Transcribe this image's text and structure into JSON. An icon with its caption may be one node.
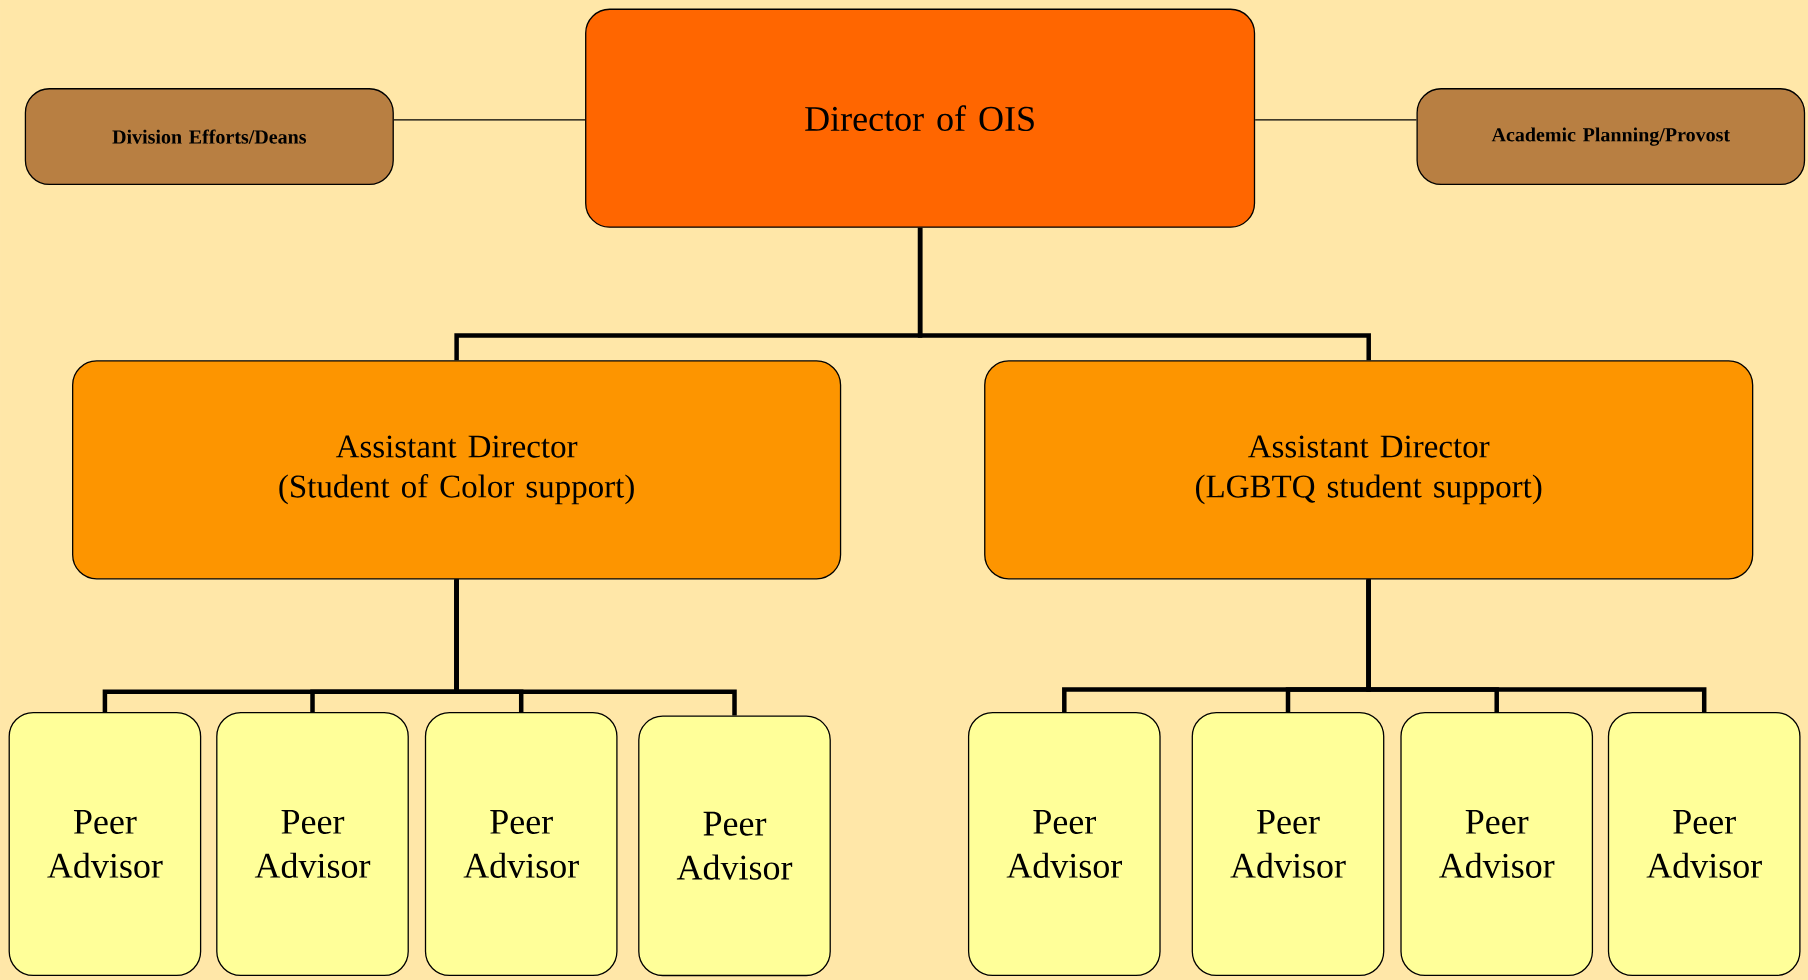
{
  "diagram": {
    "nodes": [
      {
        "text": [
          "Division Efforts/Deans"
        ]
      },
      {
        "text": [
          "Director of OIS"
        ]
      },
      {
        "text": [
          "Academic Planning/Provost"
        ]
      },
      {
        "text": [
          "Assistant Director",
          "(Student of Color support)"
        ]
      },
      {
        "text": [
          "Assistant Director",
          "(LGBTQ student support)"
        ]
      },
      {
        "text": [
          "Peer Advisor"
        ]
      },
      {
        "text": [
          "Peer Advisor"
        ]
      },
      {
        "text": [
          "Peer Advisor"
        ]
      },
      {
        "text": [
          "Peer Advisor"
        ]
      },
      {
        "text": [
          "Peer Advisor"
        ]
      },
      {
        "text": [
          "Peer Advisor"
        ]
      },
      {
        "text": [
          "Peer Advisor"
        ]
      },
      {
        "text": [
          "Peer Advisor"
        ]
      }
    ],
    "edges": [
      {
        "from": 0,
        "to": 1,
        "arrow": "none"
      },
      {
        "from": 1,
        "to": 2,
        "arrow": "none"
      },
      {
        "from": 1,
        "to": 3,
        "arrow": "none"
      },
      {
        "from": 1,
        "to": 4,
        "arrow": "none"
      },
      {
        "from": 3,
        "to": 5,
        "arrow": "none"
      },
      {
        "from": 3,
        "to": 6,
        "arrow": "none"
      },
      {
        "from": 3,
        "to": 7,
        "arrow": "none"
      },
      {
        "from": 3,
        "to": 8,
        "arrow": "none"
      },
      {
        "from": 4,
        "to": 9,
        "arrow": "none"
      },
      {
        "from": 4,
        "to": 10,
        "arrow": "none"
      },
      {
        "from": 4,
        "to": 11,
        "arrow": "none"
      },
      {
        "from": 4,
        "to": 12,
        "arrow": "none"
      }
    ]
  }
}
